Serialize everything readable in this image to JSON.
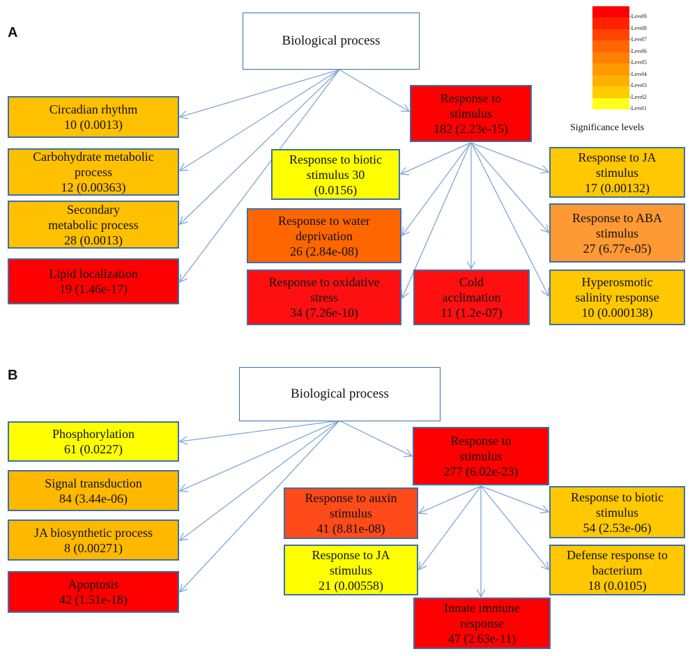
{
  "legend": {
    "title": "Significance levels",
    "levels": [
      {
        "label": "Level9",
        "color": "#FF0000"
      },
      {
        "label": "Level8",
        "color": "#FF2200"
      },
      {
        "label": "Level7",
        "color": "#FF4400"
      },
      {
        "label": "Level6",
        "color": "#FF6600"
      },
      {
        "label": "Level5",
        "color": "#FF7F00"
      },
      {
        "label": "Level4",
        "color": "#FF9900"
      },
      {
        "label": "Level3",
        "color": "#FFB000"
      },
      {
        "label": "Level2",
        "color": "#FFCC00"
      },
      {
        "label": "Level1",
        "color": "#FFFF19"
      }
    ]
  },
  "panelA": {
    "letter": "A",
    "root": "Biological process",
    "nodes": [
      {
        "l1": "Circadian rhythm",
        "l2": "10 (0.0013)",
        "color": "#FFC000"
      },
      {
        "l1": "Carbohydrate metabolic",
        "l2": "process",
        "l3": "12 (0.00363)",
        "color": "#FFC000"
      },
      {
        "l1": "Secondary",
        "l2": "metabolic process",
        "l3": "28 (0.0013)",
        "color": "#FFC000"
      },
      {
        "l1": "Lipid localization",
        "l2": "19 (1.46e-17)",
        "color": "#FF0000"
      },
      {
        "l1": "Response to",
        "l2": "stimulus",
        "l3": "182 (2.23e-15)",
        "color": "#FF0000"
      },
      {
        "l1": "Response to biotic",
        "l2": "stimulus 30",
        "l3": "(0.0156)",
        "color": "#FFFF00"
      },
      {
        "l1": "Response to water",
        "l2": "deprivation",
        "l3": "26 (2.84e-08)",
        "color": "#FF6600"
      },
      {
        "l1": "Response to  oxidative",
        "l2": "stress",
        "l3": "34 (7.26e-10)",
        "color": "#FF1010"
      },
      {
        "l1": "Cold",
        "l2": "acclimation",
        "l3": "11 (1.2e-07)",
        "color": "#FF1010"
      },
      {
        "l1": "Response to JA",
        "l2": "stimulus",
        "l3": "17 (0.00132)",
        "color": "#FFC800"
      },
      {
        "l1": "Response to ABA",
        "l2": "stimulus",
        "l3": "27 (6.77e-05)",
        "color": "#FF9933"
      },
      {
        "l1": "Hyperosmotic",
        "l2": "salinity response",
        "l3": "10 (0.000138)",
        "color": "#FFC800"
      }
    ]
  },
  "panelB": {
    "letter": "B",
    "root": "Biological process",
    "nodes": [
      {
        "l1": "Phosphorylation",
        "l2": "61 (0.0227)",
        "color": "#FFFF00"
      },
      {
        "l1": "Signal transduction",
        "l2": "84 (3.44e-06)",
        "color": "#FFB800"
      },
      {
        "l1": "JA biosynthetic process",
        "l2": "8 (0.00271)",
        "color": "#FFB800"
      },
      {
        "l1": "Apoptosis",
        "l2": "42 (1.51e-18)",
        "color": "#FF0000"
      },
      {
        "l1": "Response to",
        "l2": "stimulus",
        "l3": "277 (6.02e-23)",
        "color": "#FF0000"
      },
      {
        "l1": "Response to auxin",
        "l2": "stimulus",
        "l3": "41 (8.81e-08)",
        "color": "#FF4A1A"
      },
      {
        "l1": "Response to JA",
        "l2": "stimulus",
        "l3": "21 (0.00558)",
        "color": "#FFFF00"
      },
      {
        "l1": "Innate immune",
        "l2": "response",
        "l3": "47 (2.63e-11)",
        "color": "#FF0000"
      },
      {
        "l1": "Response to biotic",
        "l2": "stimulus",
        "l3": "54 (2.53e-06)",
        "color": "#FFC800"
      },
      {
        "l1": "Defense response to",
        "l2": "bacterium",
        "l3": "18 (0.0105)",
        "color": "#FFC800"
      }
    ]
  }
}
